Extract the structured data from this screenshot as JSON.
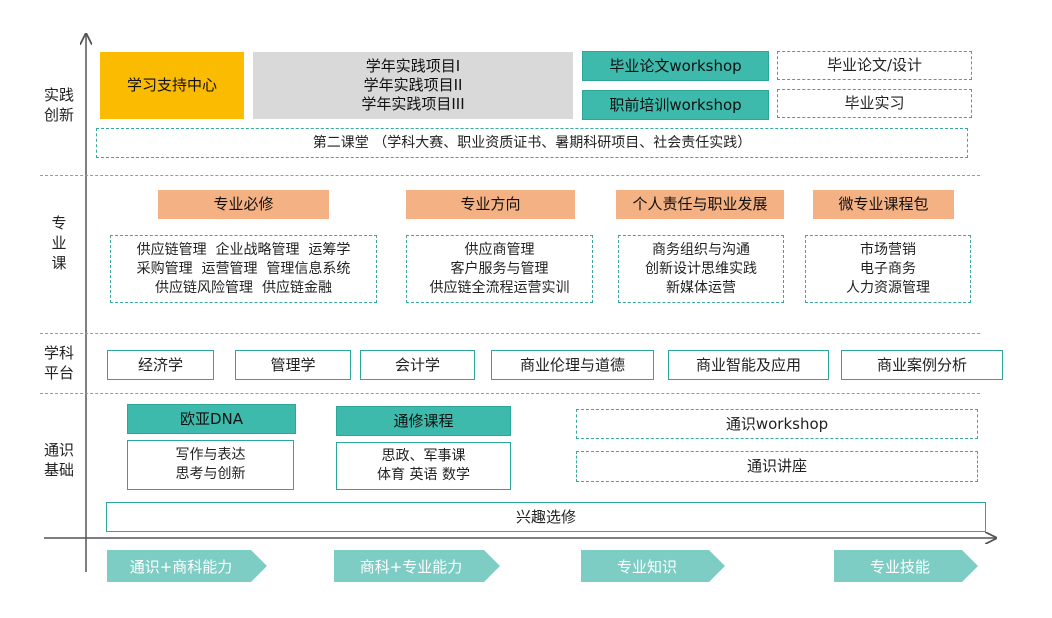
{
  "rows": {
    "practice": "实践\n创新",
    "major": "专\n业\n课",
    "discipline": "学科\n平台",
    "general": "通识\n基础"
  },
  "practice": {
    "learning_center": "学习支持中心",
    "annual_projects": [
      "学年实践项目I",
      "学年实践项目II",
      "学年实践项目III"
    ],
    "thesis_workshop": "毕业论文workshop",
    "career_workshop": "职前培训workshop",
    "thesis_design": "毕业论文/设计",
    "internship": "毕业实习",
    "second_classroom": "第二课堂 （学科大赛、职业资质证书、暑期科研项目、社会责任实践）"
  },
  "major": {
    "headers": [
      "专业必修",
      "专业方向",
      "个人责任与职业发展",
      "微专业课程包"
    ],
    "required": [
      "供应链管理  企业战略管理  运筹学",
      "采购管理  运营管理  管理信息系统",
      "供应链风险管理  供应链金融"
    ],
    "direction": [
      "供应商管理",
      "客户服务与管理",
      "供应链全流程运营实训"
    ],
    "career": [
      "商务组织与沟通",
      "创新设计思维实践",
      "新媒体运营"
    ],
    "micro": [
      "市场营销",
      "电子商务",
      "人力资源管理"
    ]
  },
  "discipline": {
    "items": [
      "经济学",
      "管理学",
      "会计学",
      "商业伦理与道德",
      "商业智能及应用",
      "商业案例分析"
    ]
  },
  "general": {
    "eudna": "欧亚DNA",
    "eudna_items": [
      "写作与表达",
      "思考与创新"
    ],
    "common": "通修课程",
    "common_items": [
      "思政、军事课",
      "体育 英语 数学"
    ],
    "workshop": "通识workshop",
    "lecture": "通识讲座",
    "interest": "兴趣选修"
  },
  "outcomes": [
    "通识+商科能力",
    "商科+专业能力",
    "专业知识",
    "专业技能"
  ],
  "colors": {
    "teal": "#3dbaab",
    "gold": "#fbbb00",
    "grey": "#d9d9d9",
    "salmon": "#f4b183",
    "chip": "#7ecdc5",
    "axis": "#555555"
  }
}
